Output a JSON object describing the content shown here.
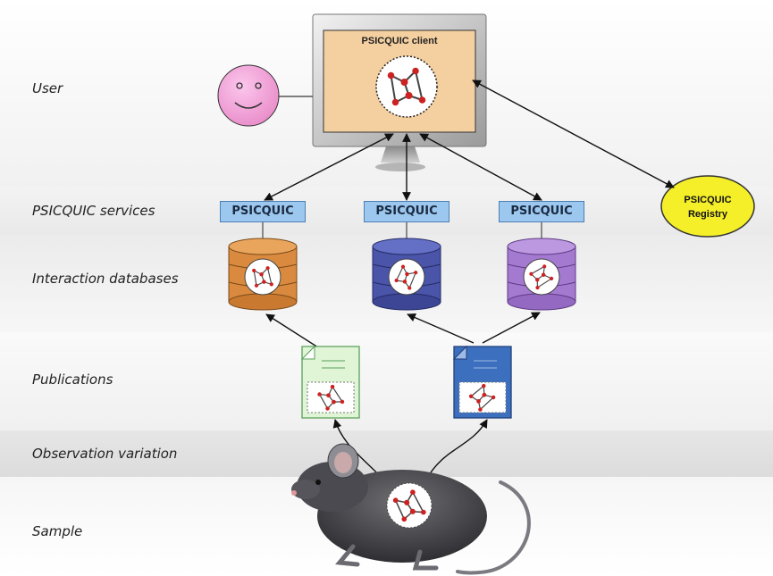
{
  "layers": [
    {
      "label": "User"
    },
    {
      "label": "PSICQUIC services"
    },
    {
      "label": "Interaction databases"
    },
    {
      "label": "Publications"
    },
    {
      "label": "Observation variation"
    },
    {
      "label": "Sample"
    }
  ],
  "client": {
    "title": "PSICQUIC client"
  },
  "services": [
    {
      "label": "PSICQUIC"
    },
    {
      "label": "PSICQUIC"
    },
    {
      "label": "PSICQUIC"
    }
  ],
  "registry": {
    "line1": "PSICQUIC",
    "line2": "Registry"
  },
  "colors": {
    "database_orange": "#d98a3e",
    "database_blue": "#4a54a8",
    "database_purple": "#a47ad0",
    "publication_green": "#dff5d6",
    "publication_blue": "#3d6fbf",
    "service_box": "#9cc8ef",
    "registry_fill": "#f5ef2a",
    "user_face": "#f4a0d8",
    "client_screen": "#f4cfa0",
    "network_node": "#cc2222"
  }
}
